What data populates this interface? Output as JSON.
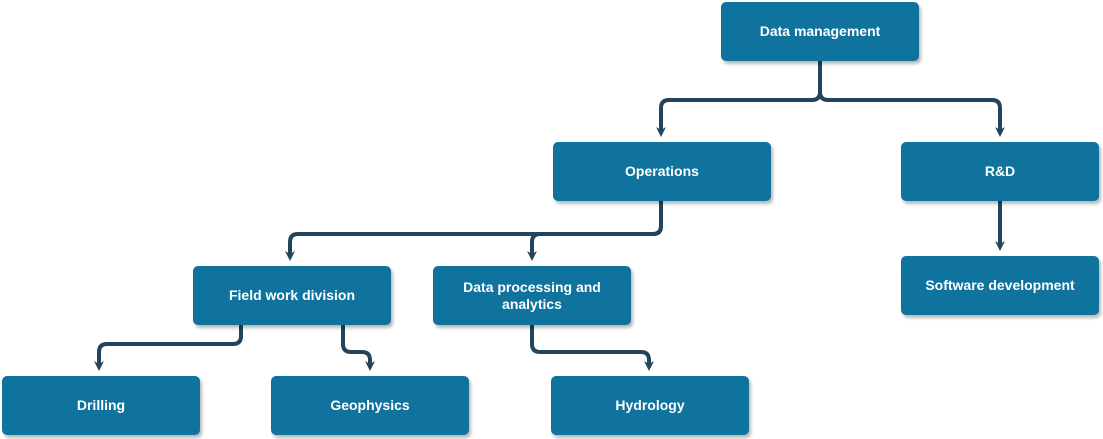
{
  "diagram": {
    "colors": {
      "node_fill": "#10739e",
      "node_text": "#ffffff",
      "connector": "#23445d"
    },
    "nodes": {
      "data_management": "Data management",
      "operations": "Operations",
      "rd": "R&D",
      "field_work_division": "Field work division",
      "data_processing": "Data processing and analytics",
      "software_development": "Software development",
      "drilling": "Drilling",
      "geophysics": "Geophysics",
      "hydrology": "Hydrology"
    },
    "edges": [
      {
        "from": "Data management",
        "to": "Operations"
      },
      {
        "from": "Data management",
        "to": "R&D"
      },
      {
        "from": "Operations",
        "to": "Field work division"
      },
      {
        "from": "Operations",
        "to": "Data processing and analytics"
      },
      {
        "from": "R&D",
        "to": "Software development"
      },
      {
        "from": "Field work division",
        "to": "Drilling"
      },
      {
        "from": "Field work division",
        "to": "Geophysics"
      },
      {
        "from": "Data processing and analytics",
        "to": "Hydrology"
      }
    ]
  }
}
